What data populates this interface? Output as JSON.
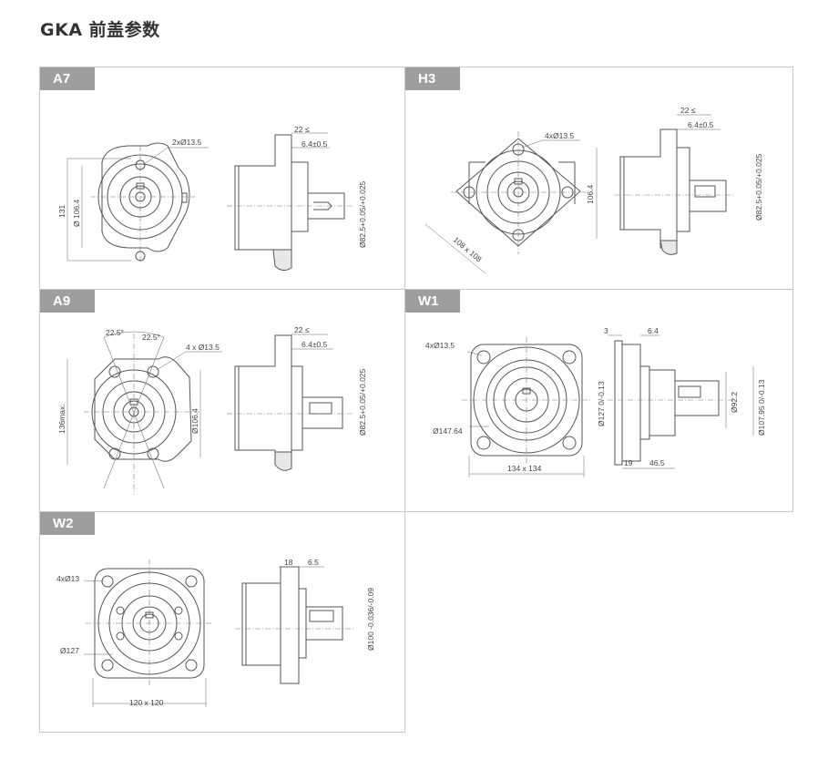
{
  "page": {
    "title": "GKA 前盖参数"
  },
  "panels": {
    "a7": {
      "label": "A7",
      "holes": "2xØ13.5",
      "dim_131": "131",
      "dim_d106": "Ø 106.4",
      "dim_22": "22 ≤",
      "dim_64": "6.4±0.5",
      "dim_shaft": "Ø82.5+0.05/+0.025"
    },
    "h3": {
      "label": "H3",
      "holes": "4xØ13.5",
      "dim_1064": "106.4",
      "dim_diag": "108 x 108",
      "dim_22": "22 ≤",
      "dim_64": "6.4±0.5",
      "dim_shaft": "Ø82.5+0.05/+0.025"
    },
    "a9": {
      "label": "A9",
      "angle1": "22.5°",
      "angle2": "22.5°",
      "holes": "4 x Ø13.5",
      "dim_136": "136max.",
      "dim_d106": "Ø106.4",
      "dim_22": "22 ≤",
      "dim_64": "6.4±0.5",
      "dim_shaft": "Ø82.5+0.05/+0.025"
    },
    "w1": {
      "label": "W1",
      "holes": "4xØ13.5",
      "dim_14764": "Ø147.64",
      "dim_134": "134 x 134",
      "dim_3": "3",
      "dim_64": "6.4",
      "dim_127": "Ø127 0/-0.13",
      "dim_922": "Ø92.2",
      "dim_10795": "Ø107.95 0/-0.13",
      "dim_19": "19",
      "dim_465": "46.5"
    },
    "w2": {
      "label": "W2",
      "holes": "4xØ13",
      "dim_127": "Ø127",
      "dim_120": "120 x 120",
      "dim_18": "18",
      "dim_65": "6.5",
      "dim_shaft": "Ø100 -0.036/-0.09"
    }
  }
}
